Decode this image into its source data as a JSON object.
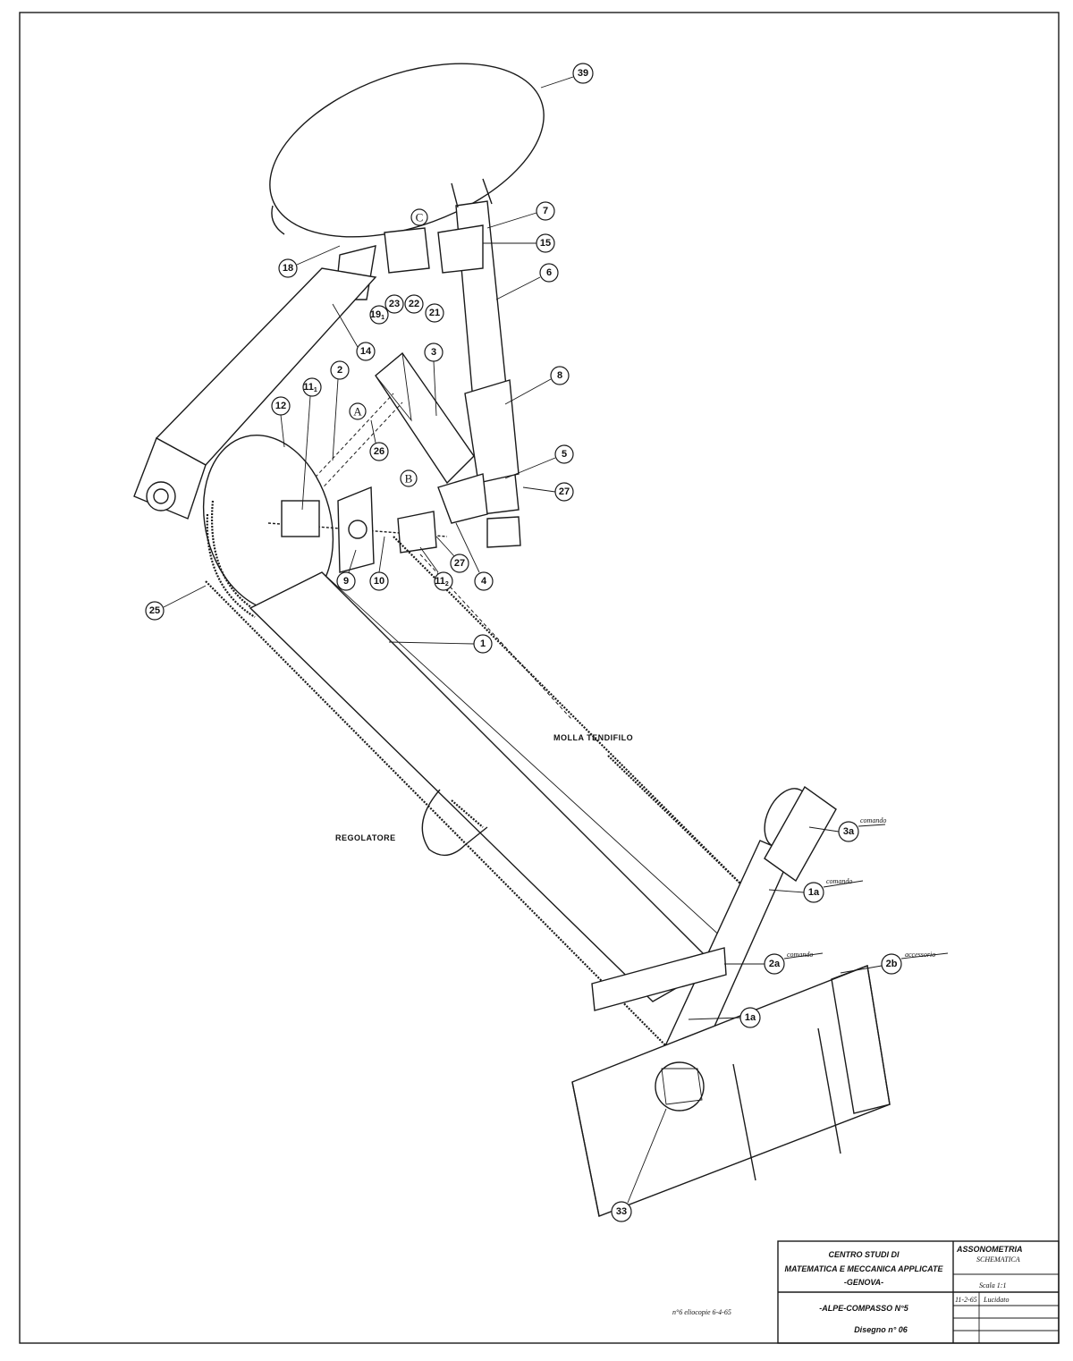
{
  "part_labels": {
    "p39": "39",
    "p7": "7",
    "p15": "15",
    "p6": "6",
    "p18": "18",
    "p19": "19",
    "p19_sub": "1",
    "p23": "23",
    "p22": "22",
    "p21": "21",
    "p14": "14",
    "p3": "3",
    "p2": "2",
    "p8": "8",
    "p11a": "11",
    "p11a_sub": "1",
    "p12": "12",
    "p26": "26",
    "p5": "5",
    "p27a": "27",
    "p9": "9",
    "p10": "10",
    "p11b": "11",
    "p11b_sub": "2",
    "p4": "4",
    "p27b": "27",
    "p25": "25",
    "p1": "1",
    "p3a": "3a",
    "p1a_top": "1a",
    "p2a": "2a",
    "p2b": "2b",
    "p1a_bottom": "1a",
    "p33": "33"
  },
  "letter_labels": {
    "C": "C",
    "A": "A",
    "B": "B"
  },
  "sub_notes": {
    "comando_3a": "comando",
    "comando_1a": "comando",
    "comando_2a": "comando",
    "accessorio_2b": "accessorio"
  },
  "annotations": {
    "molla": "MOLLA TENDIFILO",
    "regolatore": "REGOLATORE"
  },
  "title_block": {
    "org_line1": "CENTRO STUDI DI",
    "org_line2": "MATEMATICA E MECCANICA APPLICATE",
    "org_line3": "-GENOVA-",
    "view_line1": "ASSONOMETRIA",
    "view_line2": "SCHEMATICA",
    "scale": "Scala 1:1",
    "date": "11-2-65",
    "status": "Lucidato",
    "project": "-ALPE-COMPASSO N°5",
    "drawing": "Disegno n° 06"
  },
  "copy_note": "n°6 eliocopie 6-4-65"
}
